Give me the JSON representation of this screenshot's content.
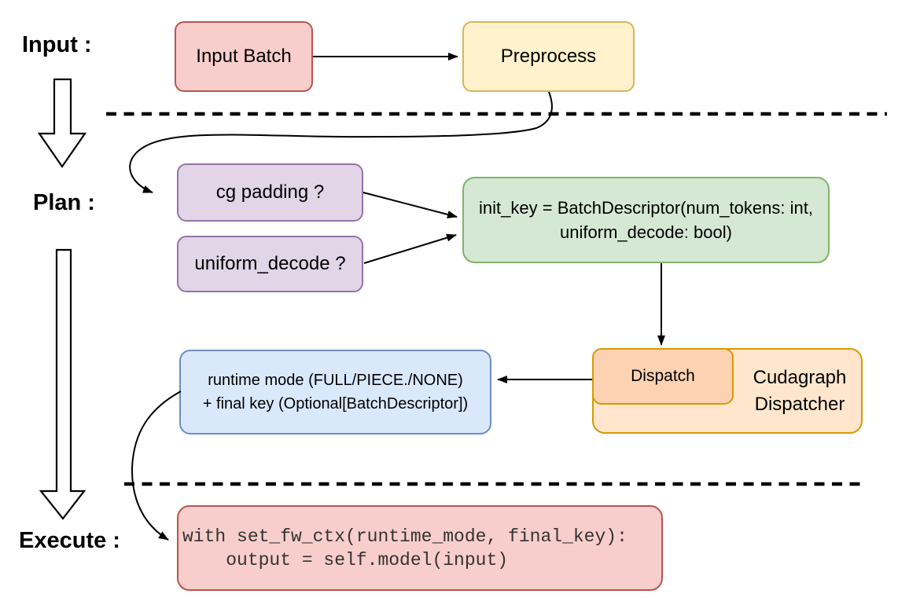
{
  "sections": {
    "input": "Input :",
    "plan": "Plan :",
    "execute": "Execute :"
  },
  "nodes": {
    "input_batch": "Input Batch",
    "preprocess": "Preprocess",
    "cg_padding": "cg padding ?",
    "uniform_decode": "uniform_decode ?",
    "init_key_line1": "init_key = BatchDescriptor(num_tokens: int,",
    "init_key_line2": "uniform_decode: bool)",
    "dispatch": "Dispatch",
    "cudagraph_line1": "Cudagraph",
    "cudagraph_line2": "Dispatcher",
    "runtime_line1": "runtime mode (FULL/PIECE./NONE)",
    "runtime_line2": "+ final key (Optional[BatchDescriptor])",
    "code_line1": "with set_fw_ctx(runtime_mode, final_key):",
    "code_line2": "    output = self.model(input)"
  },
  "palette": {
    "red_fill": "#f8cecc",
    "red_stroke": "#b85450",
    "yellow_fill": "#fff2cc",
    "yellow_stroke": "#d6b656",
    "purple_fill": "#e1d5e7",
    "purple_stroke": "#9673a6",
    "green_fill": "#d5e8d4",
    "green_stroke": "#82b366",
    "blue_fill": "#dae8fc",
    "blue_stroke": "#6c8ebf",
    "orange_fill": "#ffe6cc",
    "orange_stroke": "#d79b00",
    "dispatch_fill": "#fcd2b3",
    "edge": "#000000",
    "code_text": "#333333",
    "background": "#ffffff"
  }
}
